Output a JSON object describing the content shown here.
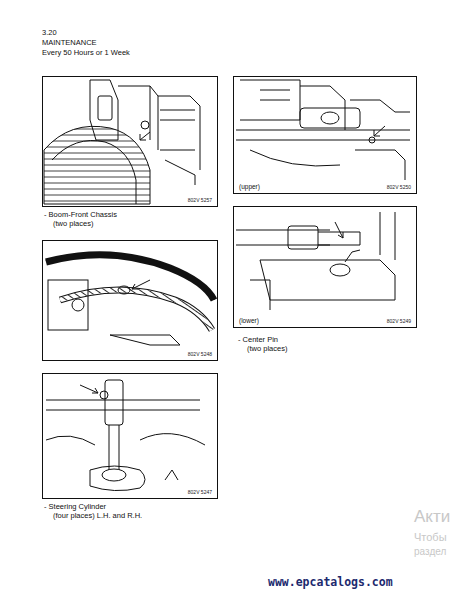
{
  "diagram": {
    "title": "MAINTENANCE",
    "nodes": [
      {
        "text": [
          "802V 5257"
        ]
      },
      {
        "text": [
          "(upper)",
          "802V 5250"
        ]
      },
      {
        "text": [
          "802V 5248"
        ]
      },
      {
        "text": [
          "(lower)",
          "802V 5249"
        ]
      },
      {
        "text": [
          "802V 5247"
        ]
      }
    ],
    "labels": [
      "3.20",
      "Every 50 Hours or 1 Week",
      "- Boom-Front Chassis",
      "(two places)",
      "- Center Pin",
      "(two places)",
      "- Steering Cylinder",
      "(four places) L.H. and R.H.",
      "Акти",
      "Чтобы",
      "раздел",
      "www.epcatalogs.com"
    ]
  }
}
